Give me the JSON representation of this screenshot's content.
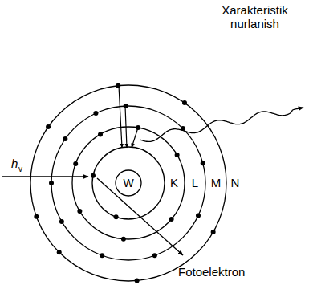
{
  "diagram": {
    "nodes": [
      {
        "text": [
          "W"
        ]
      }
    ],
    "labels": [
      "Xarakteristik nurlanish",
      "h",
      "v",
      "K",
      "L",
      "M",
      "N",
      "Fotoelektron"
    ]
  }
}
